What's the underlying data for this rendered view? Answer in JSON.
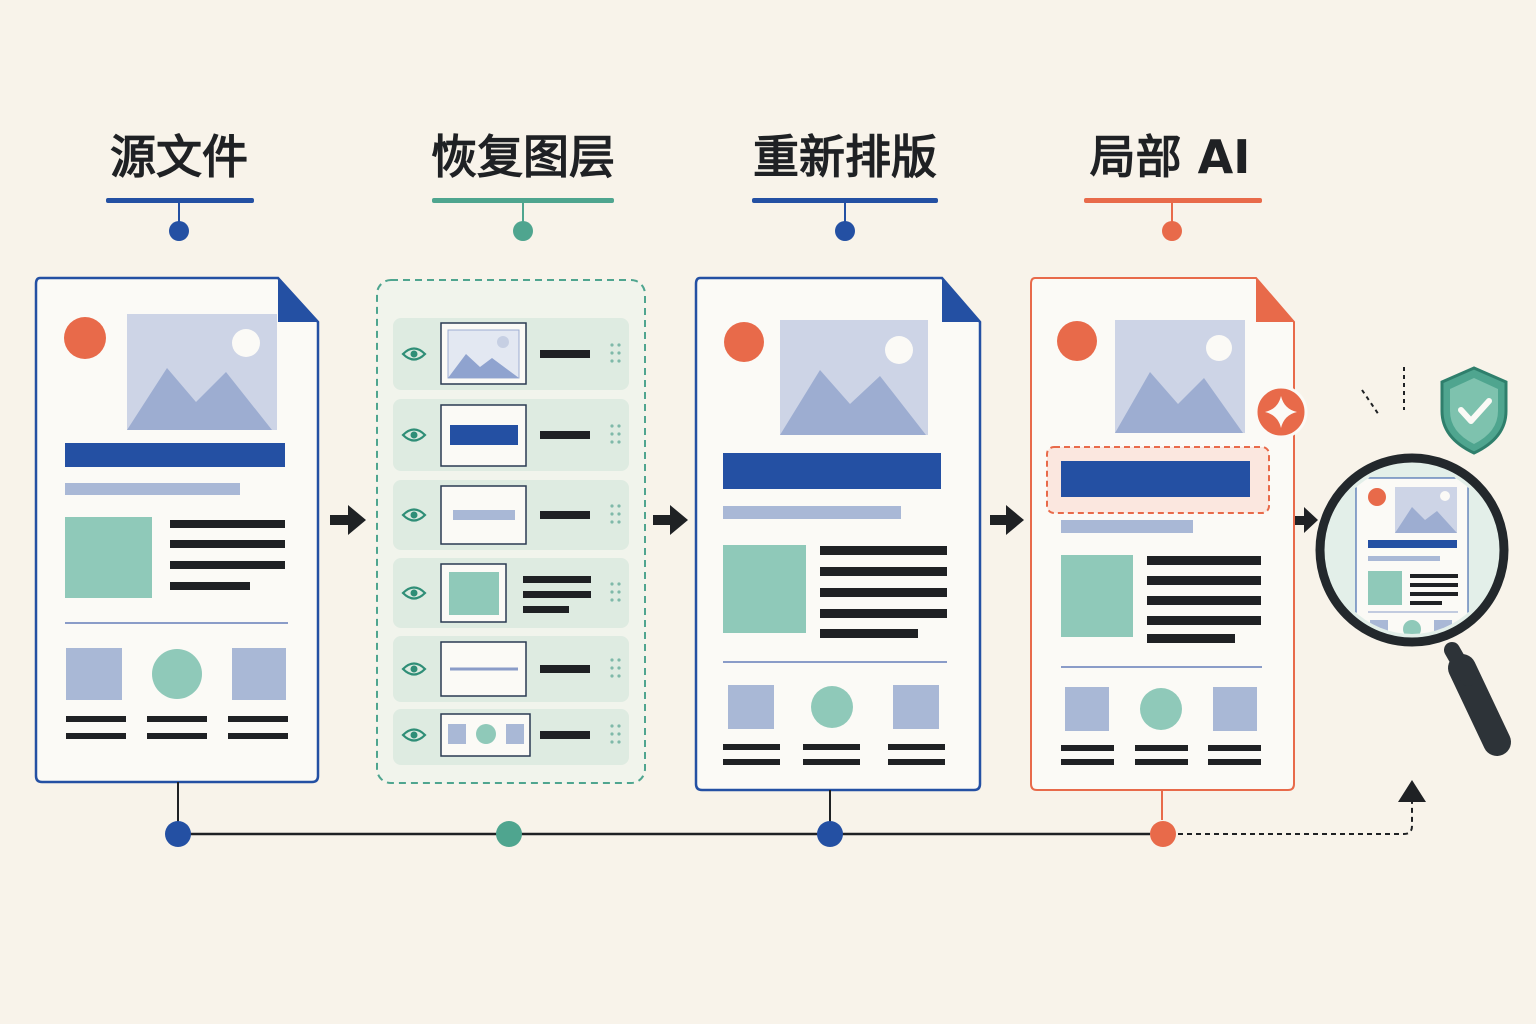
{
  "stages": [
    {
      "title": "源文件",
      "color": "#2450a3"
    },
    {
      "title": "恢复图层",
      "color": "#4fa58f"
    },
    {
      "title": "重新排版",
      "color": "#2450a3"
    },
    {
      "title": "局部 AI",
      "color": "#e86a4a"
    }
  ],
  "colors": {
    "background": "#f8f3ea",
    "blue": "#2450a3",
    "teal": "#4fa58f",
    "orange": "#e86a4a",
    "ink": "#1f2124",
    "mint_fill": "#8fc9b9",
    "slate_fill": "#a9b8d6",
    "paper": "#fbfaf6"
  },
  "icons": {
    "layer_visibility": "eye-icon",
    "drag_handle": "drag-handle-icon",
    "ai_badge": "sparkle-icon",
    "verification": "shield-check-icon",
    "inspection": "magnifier-icon"
  }
}
